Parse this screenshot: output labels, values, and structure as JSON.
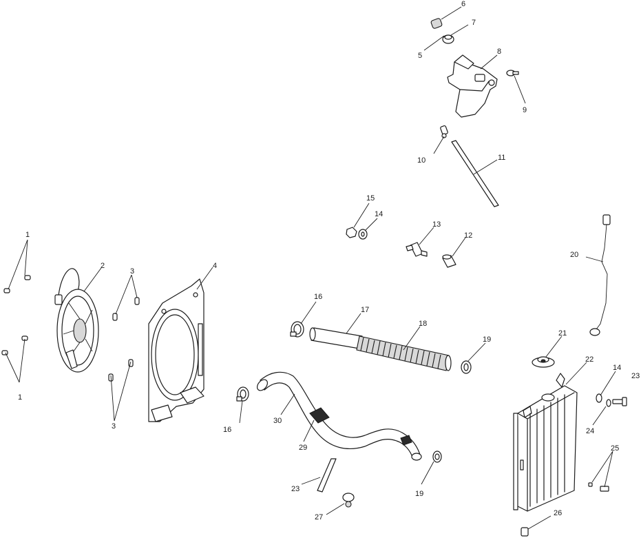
{
  "diagram": {
    "callouts": [
      {
        "id": "c1a",
        "label": "1"
      },
      {
        "id": "c1b",
        "label": "1"
      },
      {
        "id": "c2",
        "label": "2"
      },
      {
        "id": "c3a",
        "label": "3"
      },
      {
        "id": "c3b",
        "label": "3"
      },
      {
        "id": "c4",
        "label": "4"
      },
      {
        "id": "c5",
        "label": "5"
      },
      {
        "id": "c6",
        "label": "6"
      },
      {
        "id": "c7",
        "label": "7"
      },
      {
        "id": "c8",
        "label": "8"
      },
      {
        "id": "c9",
        "label": "9"
      },
      {
        "id": "c10",
        "label": "10"
      },
      {
        "id": "c11",
        "label": "11"
      },
      {
        "id": "c12",
        "label": "12"
      },
      {
        "id": "c13",
        "label": "13"
      },
      {
        "id": "c14a",
        "label": "14"
      },
      {
        "id": "c14b",
        "label": "14"
      },
      {
        "id": "c15",
        "label": "15"
      },
      {
        "id": "c16a",
        "label": "16"
      },
      {
        "id": "c16b",
        "label": "16"
      },
      {
        "id": "c17",
        "label": "17"
      },
      {
        "id": "c18",
        "label": "18"
      },
      {
        "id": "c19a",
        "label": "19"
      },
      {
        "id": "c19b",
        "label": "19"
      },
      {
        "id": "c20",
        "label": "20"
      },
      {
        "id": "c21",
        "label": "21"
      },
      {
        "id": "c22",
        "label": "22"
      },
      {
        "id": "c23a",
        "label": "23"
      },
      {
        "id": "c23b",
        "label": "23"
      },
      {
        "id": "c24",
        "label": "24"
      },
      {
        "id": "c25",
        "label": "25"
      },
      {
        "id": "c26",
        "label": "26"
      },
      {
        "id": "c27",
        "label": "27"
      },
      {
        "id": "c29",
        "label": "29"
      },
      {
        "id": "c30",
        "label": "30"
      }
    ]
  }
}
